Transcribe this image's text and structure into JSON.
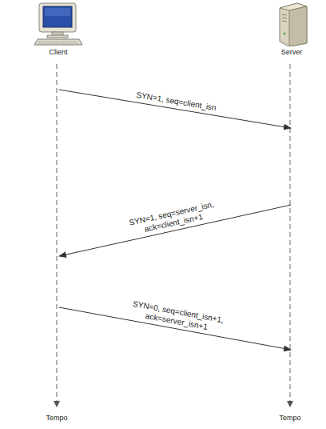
{
  "diagram": {
    "nodes": [
      {
        "text": [
          "Client"
        ]
      },
      {
        "text": [
          "Server"
        ]
      }
    ],
    "edges": [
      {
        "from": 0,
        "to": 1,
        "arrow": "to",
        "label": "SYN=1, seq=client_isn"
      },
      {
        "from": 1,
        "to": 0,
        "arrow": "to",
        "label": "SYN=1, seq=server_isn, ack=client_isn+1"
      },
      {
        "from": 0,
        "to": 1,
        "arrow": "to",
        "label": "SYN=0, seq=client_isn+1, ack=server_isn+1"
      }
    ],
    "labels": [
      "Tempo",
      "Tempo"
    ]
  }
}
